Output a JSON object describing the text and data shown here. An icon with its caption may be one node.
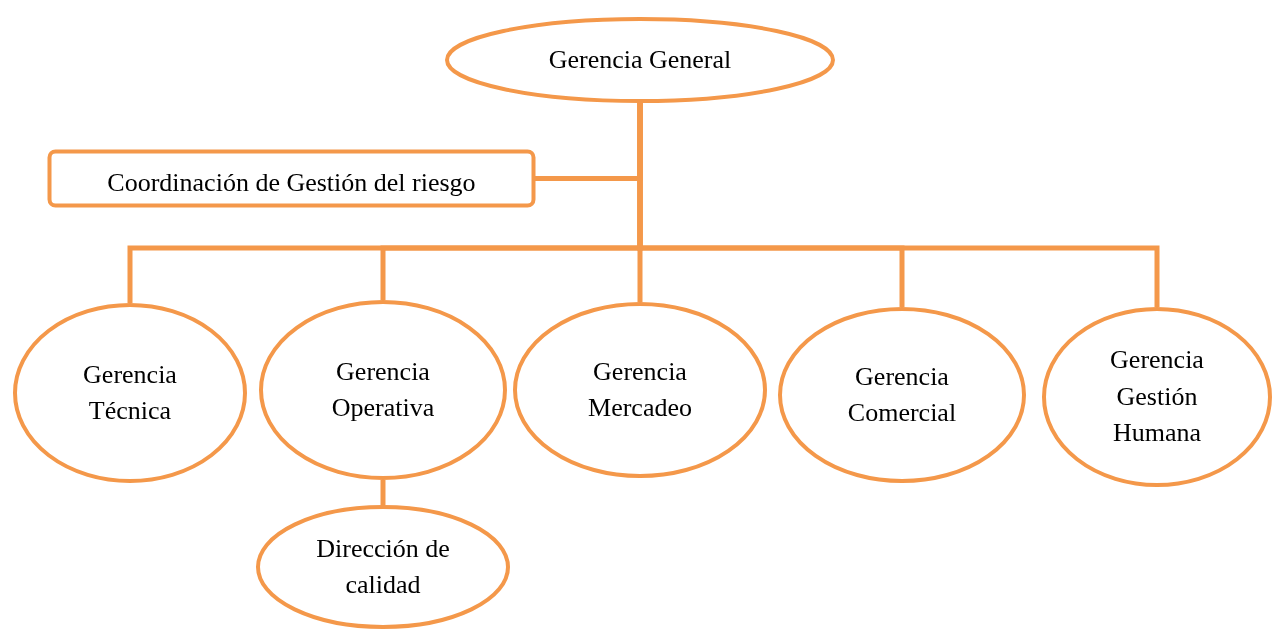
{
  "diagram": {
    "nodes": [
      {
        "text": [
          "Gerencia General"
        ]
      },
      {
        "text": [
          "Coordinación de Gestión del riesgo"
        ]
      },
      {
        "text": [
          "Gerencia Técnica"
        ]
      },
      {
        "text": [
          "Gerencia Operativa"
        ]
      },
      {
        "text": [
          "Gerencia Mercadeo"
        ]
      },
      {
        "text": [
          "Gerencia Comercial"
        ]
      },
      {
        "text": [
          "Gerencia Gestión Humana"
        ]
      },
      {
        "text": [
          "Dirección de calidad"
        ]
      }
    ],
    "edges": [
      {
        "from": 0,
        "to": 1,
        "arrow": "none"
      },
      {
        "from": 0,
        "to": 2,
        "arrow": "none"
      },
      {
        "from": 0,
        "to": 3,
        "arrow": "none"
      },
      {
        "from": 0,
        "to": 4,
        "arrow": "none"
      },
      {
        "from": 0,
        "to": 5,
        "arrow": "none"
      },
      {
        "from": 0,
        "to": 6,
        "arrow": "none"
      },
      {
        "from": 3,
        "to": 7,
        "arrow": "none"
      }
    ]
  }
}
